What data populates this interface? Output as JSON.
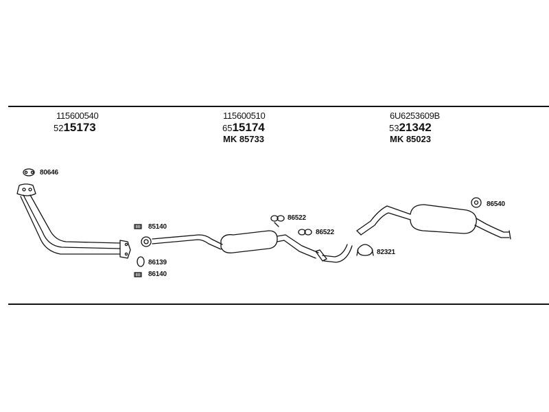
{
  "headers": [
    {
      "oe_number": "115600540",
      "prefix": "52",
      "part_number": "15173",
      "mk": ""
    },
    {
      "oe_number": "115600510",
      "prefix": "65",
      "part_number": "15174",
      "mk": "MK  85733"
    },
    {
      "oe_number": "6U6253609B",
      "prefix": "53",
      "part_number": "21342",
      "mk": "MK  85023"
    }
  ],
  "labels": {
    "gasket_front": "80646",
    "clamp_a": "85140",
    "ring": "86139",
    "clamp_b": "86140",
    "hanger_mid_top": "86522",
    "hanger_mid_bottom": "86522",
    "clamp_rear": "82321",
    "rubber_rear": "86540"
  }
}
